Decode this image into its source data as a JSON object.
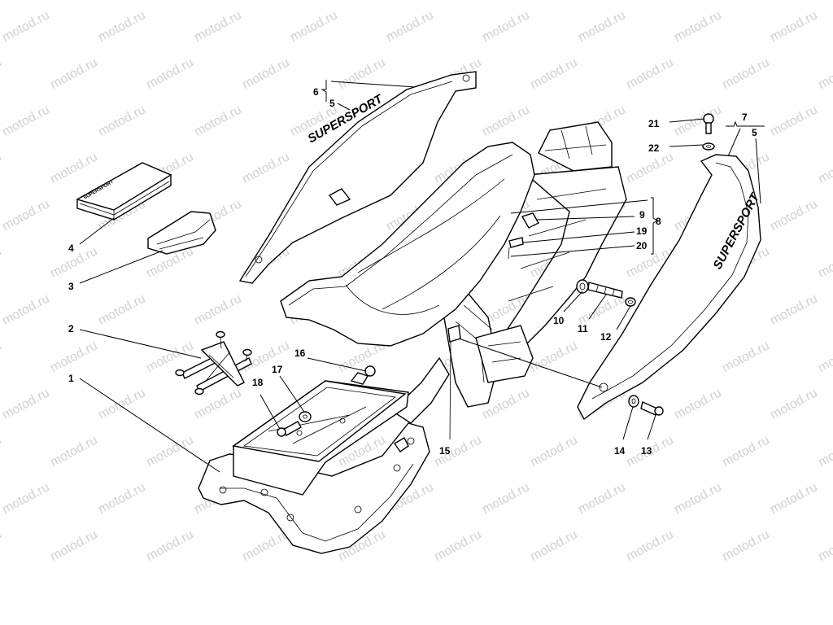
{
  "watermark": "motod.ru",
  "brand_text": "SUPERSPORT",
  "manual_cover_text": "SUPERSPORT",
  "callouts": {
    "c1": "1",
    "c2": "2",
    "c3": "3",
    "c4": "4",
    "c5a": "5",
    "c5b": "5",
    "c6": "6",
    "c7": "7",
    "c8": "8",
    "c9": "9",
    "c10": "10",
    "c11": "11",
    "c12": "12",
    "c13": "13",
    "c14": "14",
    "c15": "15",
    "c16": "16",
    "c17": "17",
    "c18": "18",
    "c19": "19",
    "c20": "20",
    "c21": "21",
    "c22": "22"
  },
  "colors": {
    "ink": "#000000",
    "watermark": "#d2d2d2",
    "background": "#ffffff"
  }
}
